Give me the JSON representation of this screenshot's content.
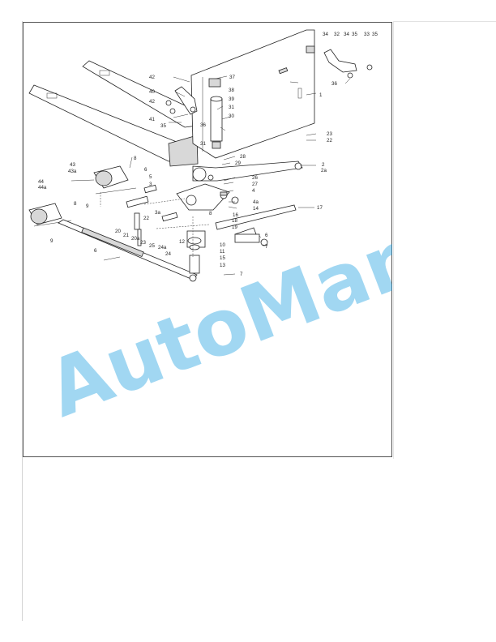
{
  "watermark": {
    "text": "AutoManual",
    "color": "#1ea0e0"
  },
  "callouts": [
    {
      "key": "c34a",
      "label": "34"
    },
    {
      "key": "c32",
      "label": "32"
    },
    {
      "key": "c34b",
      "label": "34"
    },
    {
      "key": "c35a",
      "label": "35"
    },
    {
      "key": "c33",
      "label": "33"
    },
    {
      "key": "c35b",
      "label": "35"
    },
    {
      "key": "c36a",
      "label": "36"
    },
    {
      "key": "c1",
      "label": "1"
    },
    {
      "key": "c42a",
      "label": "42"
    },
    {
      "key": "c37",
      "label": "37"
    },
    {
      "key": "c40",
      "label": "40"
    },
    {
      "key": "c38",
      "label": "38"
    },
    {
      "key": "c39",
      "label": "39"
    },
    {
      "key": "c42b",
      "label": "42"
    },
    {
      "key": "c31a",
      "label": "31"
    },
    {
      "key": "c30",
      "label": "30"
    },
    {
      "key": "c41",
      "label": "41"
    },
    {
      "key": "c35c",
      "label": "35"
    },
    {
      "key": "c36b",
      "label": "36"
    },
    {
      "key": "c23a",
      "label": "23"
    },
    {
      "key": "c22a",
      "label": "22"
    },
    {
      "key": "c31b",
      "label": "31"
    },
    {
      "key": "c28",
      "label": "28"
    },
    {
      "key": "c29",
      "label": "29"
    },
    {
      "key": "c2",
      "label": "2"
    },
    {
      "key": "c2a",
      "label": "2a"
    },
    {
      "key": "c8a",
      "label": "8"
    },
    {
      "key": "c43",
      "label": "43"
    },
    {
      "key": "c43a",
      "label": "43a"
    },
    {
      "key": "c6a",
      "label": "6"
    },
    {
      "key": "c26",
      "label": "26"
    },
    {
      "key": "c27",
      "label": "27"
    },
    {
      "key": "c4",
      "label": "4"
    },
    {
      "key": "c5",
      "label": "5"
    },
    {
      "key": "c3",
      "label": "3"
    },
    {
      "key": "c44",
      "label": "44"
    },
    {
      "key": "c44a",
      "label": "44a"
    },
    {
      "key": "c8b",
      "label": "8"
    },
    {
      "key": "c9a",
      "label": "9"
    },
    {
      "key": "c4a",
      "label": "4a"
    },
    {
      "key": "c14",
      "label": "14"
    },
    {
      "key": "c17",
      "label": "17"
    },
    {
      "key": "c3a",
      "label": "3a"
    },
    {
      "key": "c8c",
      "label": "8"
    },
    {
      "key": "c16",
      "label": "16"
    },
    {
      "key": "c18",
      "label": "18"
    },
    {
      "key": "c19",
      "label": "19"
    },
    {
      "key": "c22b",
      "label": "22"
    },
    {
      "key": "c20",
      "label": "20"
    },
    {
      "key": "c21",
      "label": "21"
    },
    {
      "key": "c20a",
      "label": "20a"
    },
    {
      "key": "c23b",
      "label": "23"
    },
    {
      "key": "c25",
      "label": "25"
    },
    {
      "key": "c24a",
      "label": "24a"
    },
    {
      "key": "c24",
      "label": "24"
    },
    {
      "key": "c12",
      "label": "12"
    },
    {
      "key": "c10",
      "label": "10"
    },
    {
      "key": "c6b",
      "label": "6"
    },
    {
      "key": "c7a",
      "label": "7"
    },
    {
      "key": "c11",
      "label": "11"
    },
    {
      "key": "c15",
      "label": "15"
    },
    {
      "key": "c13",
      "label": "13"
    },
    {
      "key": "c6c",
      "label": "6"
    },
    {
      "key": "c9b",
      "label": "9"
    },
    {
      "key": "c7b",
      "label": "7"
    }
  ]
}
